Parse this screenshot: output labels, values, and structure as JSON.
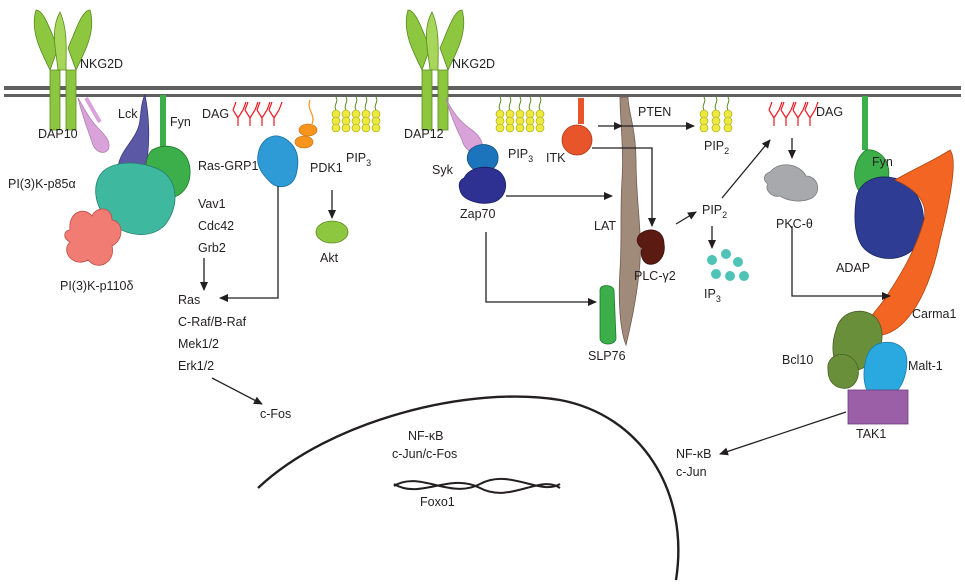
{
  "colors": {
    "receptor": "#8dc63f",
    "receptor_dark": "#5a8a1f",
    "dap": "#d9a3d9",
    "lck": "#5b58a6",
    "fyn": "#3cae4a",
    "pi3k_p85": "#3fb8a0",
    "pi3k_p110": "#f07c74",
    "ras_grp1": "#2e9ad6",
    "pdk1": "#f7941d",
    "pip3": "#ecea3c",
    "dag": "#ed1c24",
    "akt": "#8dc63f",
    "syk": "#1c75bc",
    "zap70": "#2e3192",
    "itk": "#e8552a",
    "lat": "#a08a7a",
    "plc": "#5b1a12",
    "ip3": "#4fc3b5",
    "pkc": "#a7a9ac",
    "adap": "#2e3c94",
    "carma1": "#f26522",
    "bcl10": "#6a8f3a",
    "malt1": "#29a9e0",
    "tak1": "#9b5fa8",
    "slp76": "#3cae4a",
    "membrane": "#606060"
  },
  "labels": {
    "nkg2d_left": "NKG2D",
    "nkg2d_right": "NKG2D",
    "dap10": "DAP10",
    "lck": "Lck",
    "fyn_left": "Fyn",
    "pi3k_p85": "PI(3)K-p85α",
    "pi3k_p110": "PI(3)K-p110δ",
    "dag_left": "DAG",
    "ras_grp1": "Ras-GRP1",
    "pdk1": "PDK1",
    "pip3_left": "PIP",
    "sub3": "3",
    "vav1": "Vav1",
    "cdc42": "Cdc42",
    "grb2": "Grb2",
    "akt": "Akt",
    "ras": "Ras",
    "craf": "C-Raf/B-Raf",
    "mek": "Mek1/2",
    "erk": "Erk1/2",
    "cfos_cyto": "c-Fos",
    "dap12": "DAP12",
    "syk": "Syk",
    "zap70": "Zap70",
    "pip3_right": "PIP",
    "itk": "ITK",
    "pten": "PTEN",
    "pip2_top": "PIP",
    "sub2": "2",
    "dag_right": "DAG",
    "lat": "LAT",
    "pip2_mid": "PIP",
    "plc": "PLC-γ2",
    "ip3": "IP",
    "pkc": "PKC-θ",
    "fyn_right": "Fyn",
    "adap": "ADAP",
    "carma1": "Carma1",
    "slp76": "SLP76",
    "bcl10": "Bcl10",
    "malt1": "Malt-1",
    "tak1": "TAK1",
    "nfkb_nuc": "NF-κB",
    "cjun_cfos": "c-Jun/c-Fos",
    "foxo1": "Foxo1",
    "nfkb_cyto": "NF-κB",
    "cjun": "c-Jun"
  }
}
